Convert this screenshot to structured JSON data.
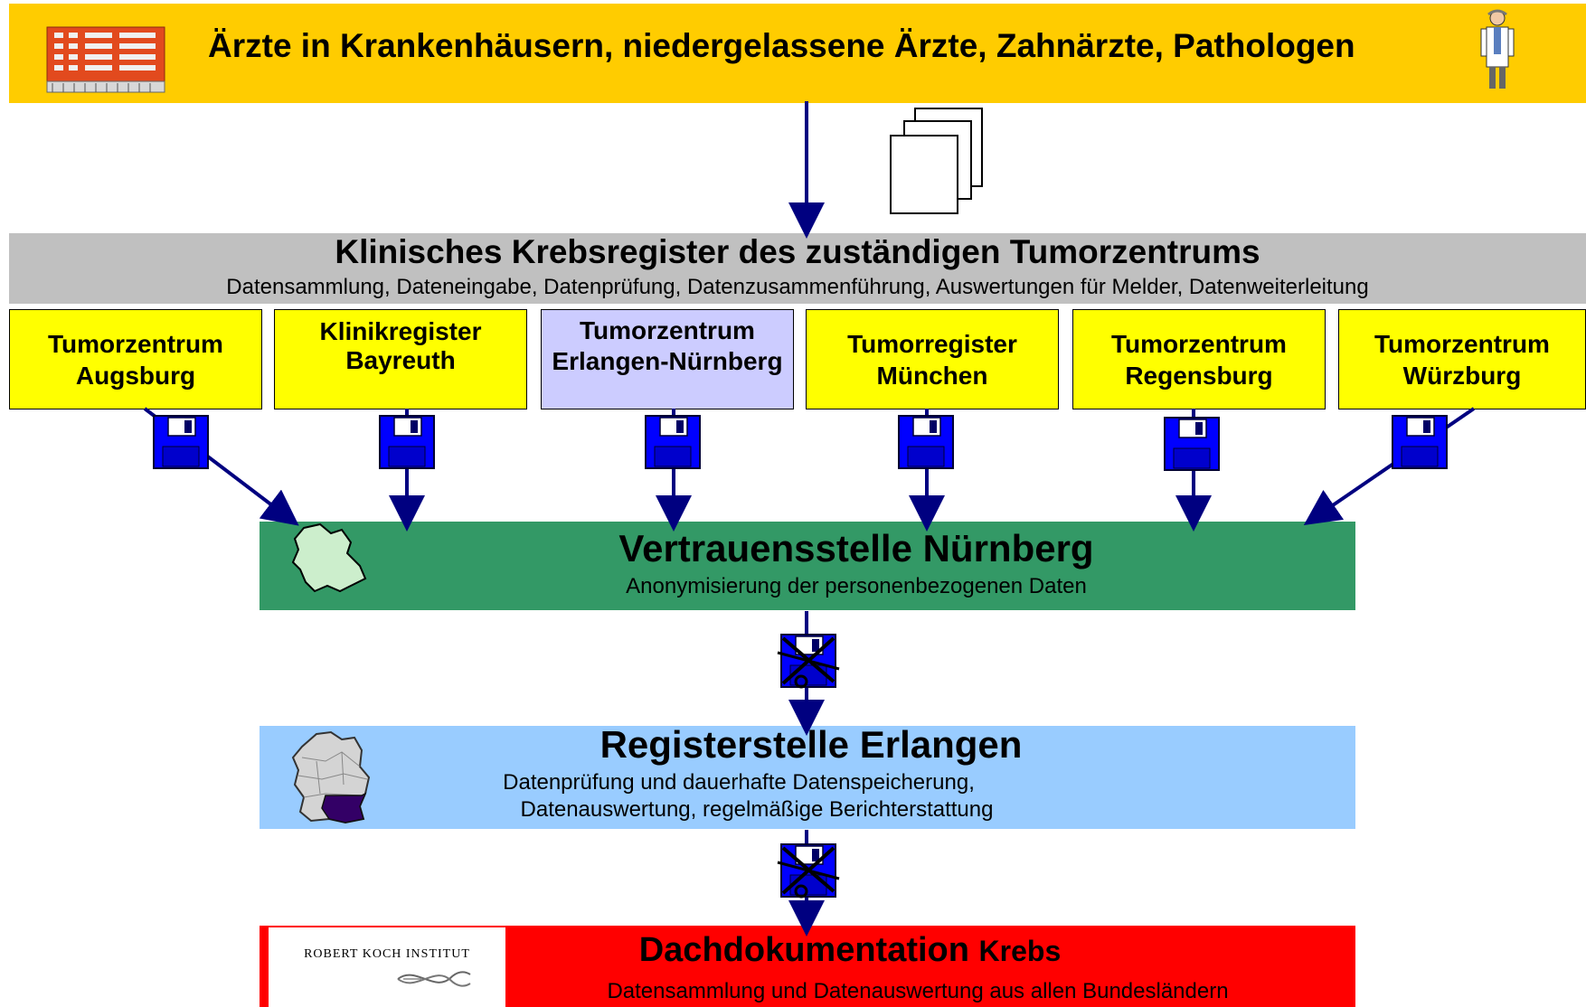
{
  "header": {
    "title": "Ärzte in Krankenhäusern, niedergelassene Ärzte, Zahnärzte, Pathologen",
    "left_icon": "hospital-building-icon",
    "right_icon": "doctor-icon"
  },
  "registry": {
    "title": "Klinisches Krebsregister des zuständigen Tumorzentrums",
    "subtitle": "Datensammlung, Dateneingabe, Datenprüfung, Datenzusammenführung, Auswertungen für Melder, Datenweiterleitung"
  },
  "centers": [
    {
      "line1": "Tumorzentrum",
      "line2": "Augsburg"
    },
    {
      "line1": "Klinikregister",
      "line2": "Bayreuth"
    },
    {
      "line1": "Tumorzentrum",
      "line2": "Erlangen-Nürnberg"
    },
    {
      "line1": "Tumorregister",
      "line2": "München"
    },
    {
      "line1": "Tumorzentrum",
      "line2": "Regensburg"
    },
    {
      "line1": "Tumorzentrum",
      "line2": "Würzburg"
    }
  ],
  "trust_office": {
    "title": "Vertrauensstelle Nürnberg",
    "subtitle": "Anonymisierung der personenbezogenen Daten",
    "icon": "bavaria-map-icon"
  },
  "register_office": {
    "title": "Registerstelle Erlangen",
    "subtitle_line1": "Datenprüfung und dauerhafte Datenspeicherung,",
    "subtitle_line2": "Datenauswertung, regelmäßige Berichterstattung",
    "icon": "germany-map-icon"
  },
  "umbrella": {
    "title_main": "Dachdokumentation",
    "title_small": "Krebs",
    "subtitle": "Datensammlung und Datenauswertung aus allen Bundesländern",
    "logo_text": "ROBERT KOCH INSTITUT"
  },
  "colors": {
    "header": "#FFCC00",
    "registry": "#C0C0C0",
    "center_yellow": "#FFFF00",
    "center_lavender": "#CCCCFF",
    "trust_office": "#339966",
    "register_office": "#99CCFF",
    "umbrella": "#FF0000",
    "arrow": "#000080",
    "disk": "#0000FF"
  }
}
